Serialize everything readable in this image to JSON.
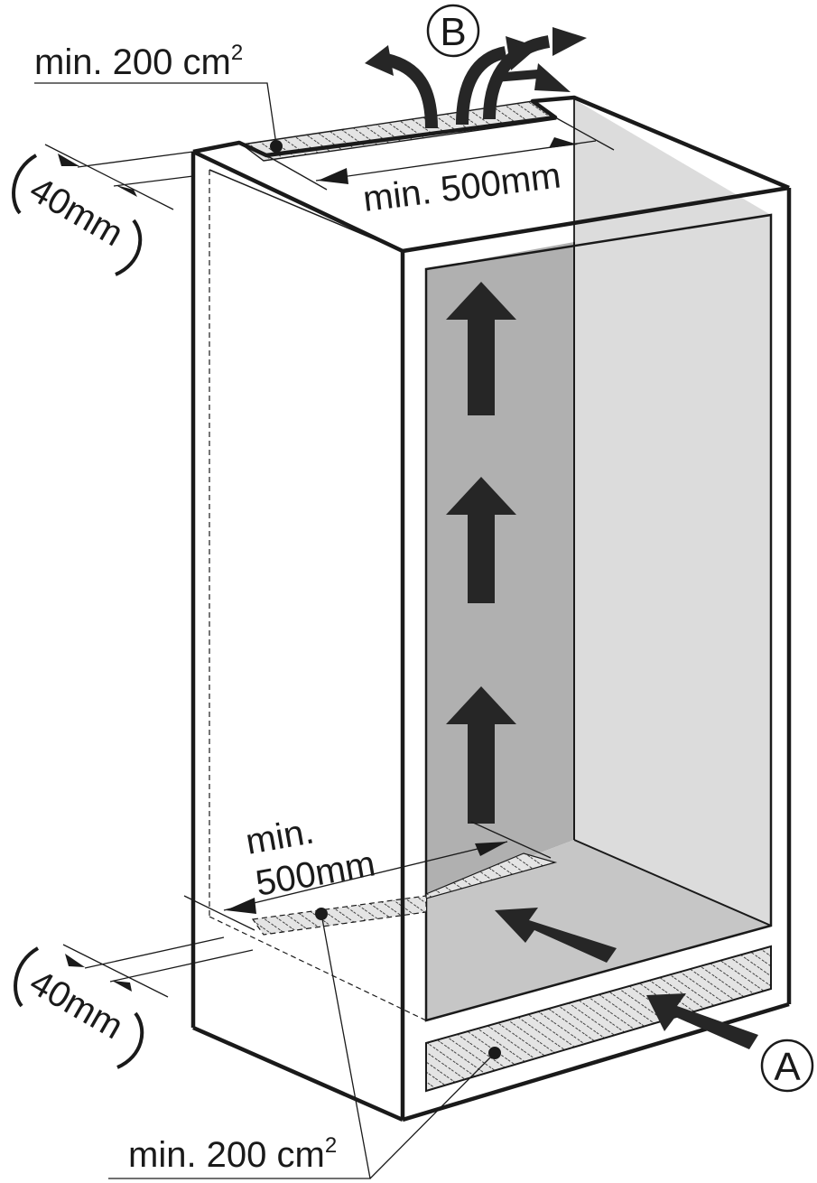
{
  "labels": {
    "top_area": "min.  200 cm",
    "top_area_sup": "2",
    "bottom_area": "min. 200 cm",
    "bottom_area_sup": "2",
    "top_width": "min. 500mm",
    "bottom_width_line1": "min.",
    "bottom_width_line2": "500mm",
    "top_gap": "40mm",
    "bottom_gap": "40mm",
    "marker_a": "A",
    "marker_b": "B"
  },
  "colors": {
    "line": "#1a1a1a",
    "back_wall": "#b0b0b0",
    "side_wall": "#dcdcdc",
    "floor": "#c6c6c6",
    "grille": "#e4e4e4",
    "arrow": "#262626"
  }
}
